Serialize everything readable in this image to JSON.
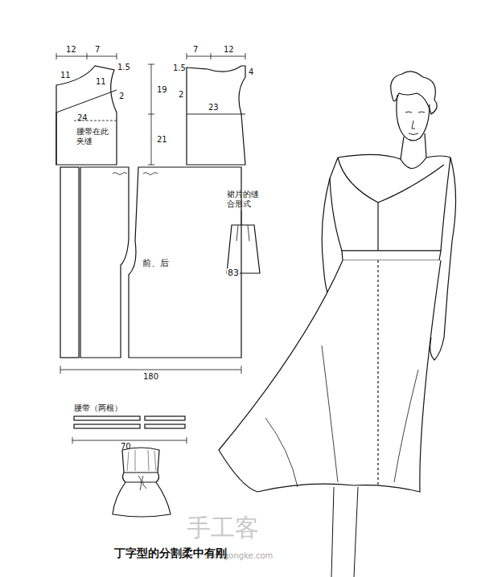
{
  "diagram": {
    "caption": "丁字型的分割柔中有刚",
    "labels": [
      "12",
      "7",
      "11",
      "1.5",
      "11",
      "2",
      "24",
      "腰带在此夹缝",
      "19",
      "21",
      "7",
      "12",
      "1.5",
      "4",
      "2",
      "23",
      "裙片的缝合形式",
      "前、后",
      "83",
      "180",
      "腰带（两根）",
      "70",
      "手工客",
      "shougongke.com"
    ]
  }
}
